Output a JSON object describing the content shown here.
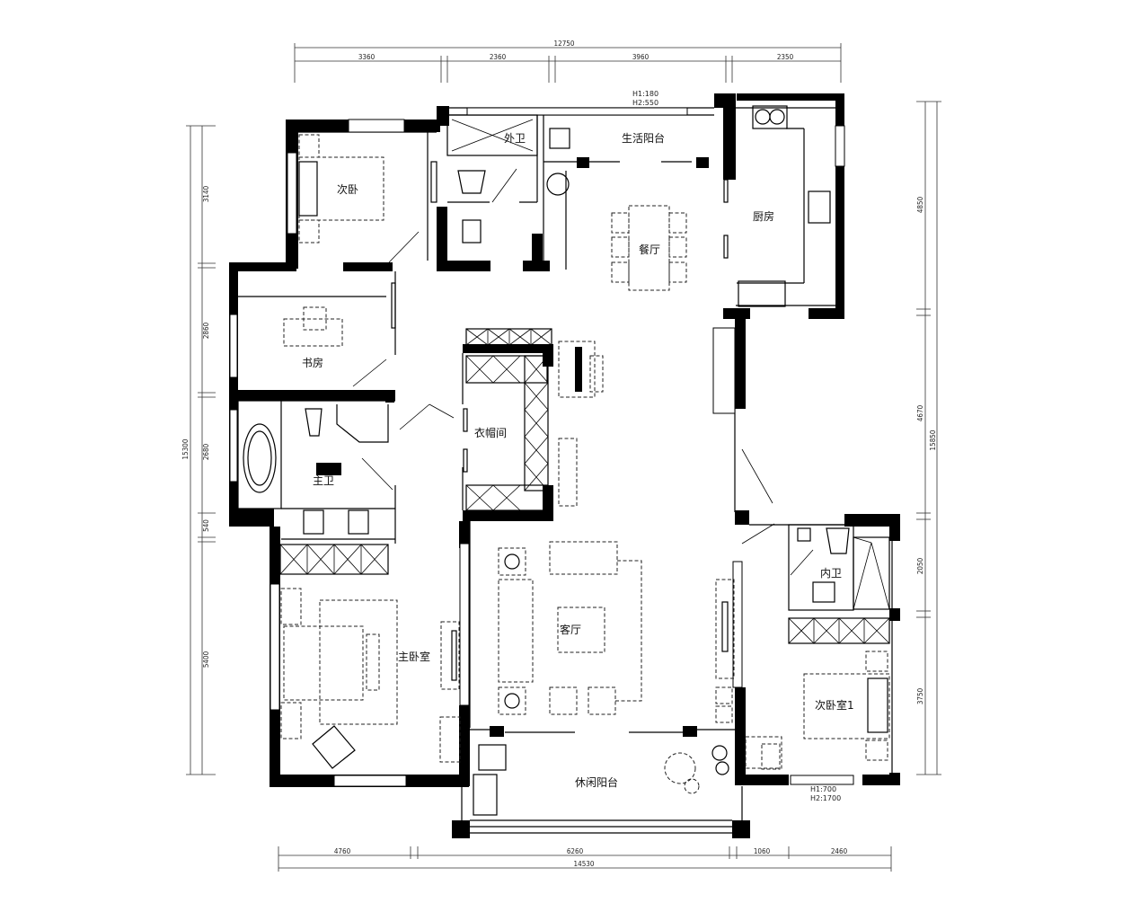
{
  "rooms": {
    "secondary_bedroom": "次卧",
    "guest_bathroom": "外卫",
    "utility_balcony": "生活阳台",
    "kitchen": "厨房",
    "dining_room": "餐厅",
    "study": "书房",
    "walk_in_closet": "衣帽间",
    "master_bathroom": "主卫",
    "living_room": "客厅",
    "master_bedroom": "主卧室",
    "ensuite_bathroom": "内卫",
    "secondary_bedroom_1": "次卧室1",
    "leisure_balcony": "休闲阳台"
  },
  "notes": {
    "top_window_h1": "H1:180",
    "top_window_h2": "H2:550",
    "bottom_window_h1": "H1:700",
    "bottom_window_h2": "H2:1700"
  },
  "dimensions": {
    "top": {
      "total": "12750",
      "segments": [
        "3360",
        "2360",
        "3960",
        "2350"
      ]
    },
    "bottom": {
      "total": "14530",
      "segments": [
        "4760",
        "6260",
        "1060",
        "2460"
      ]
    },
    "left": {
      "total": "15300",
      "segments": [
        "3140",
        "2860",
        "2680",
        "540",
        "5400"
      ]
    },
    "right": {
      "total": "15850",
      "segments": [
        "4850",
        "4670",
        "2050",
        "3750"
      ]
    }
  }
}
